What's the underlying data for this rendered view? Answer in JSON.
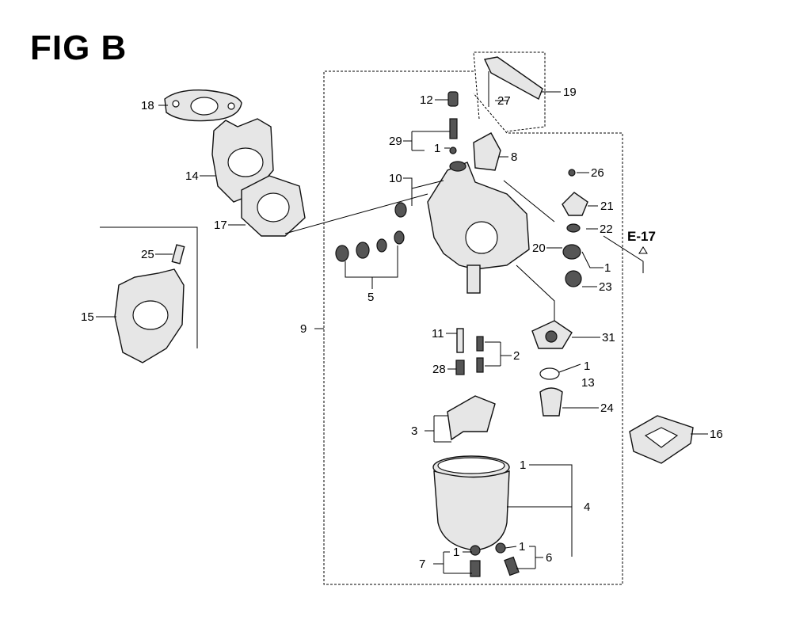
{
  "figure": {
    "title": "FIG B",
    "assembly_ref": "9"
  },
  "labels": {
    "p18": "18",
    "p14": "14",
    "p17": "17",
    "p25": "25",
    "p15": "15",
    "p12": "12",
    "p27": "27",
    "p19": "19",
    "p29": "29",
    "p1a": "1",
    "p8": "8",
    "p26": "26",
    "p21": "21",
    "p10": "10",
    "p22": "22",
    "p20": "20",
    "p1b": "1",
    "p23": "23",
    "p5": "5",
    "p9": "9",
    "p11": "11",
    "p31": "31",
    "p2": "2",
    "p28": "28",
    "p1c": "1",
    "p13": "13",
    "p24": "24",
    "p3": "3",
    "p16": "16",
    "p1d": "1",
    "p4": "4",
    "p1e": "1",
    "p7": "7",
    "p1f": "1",
    "p6": "6"
  },
  "page_ref": "E-17"
}
